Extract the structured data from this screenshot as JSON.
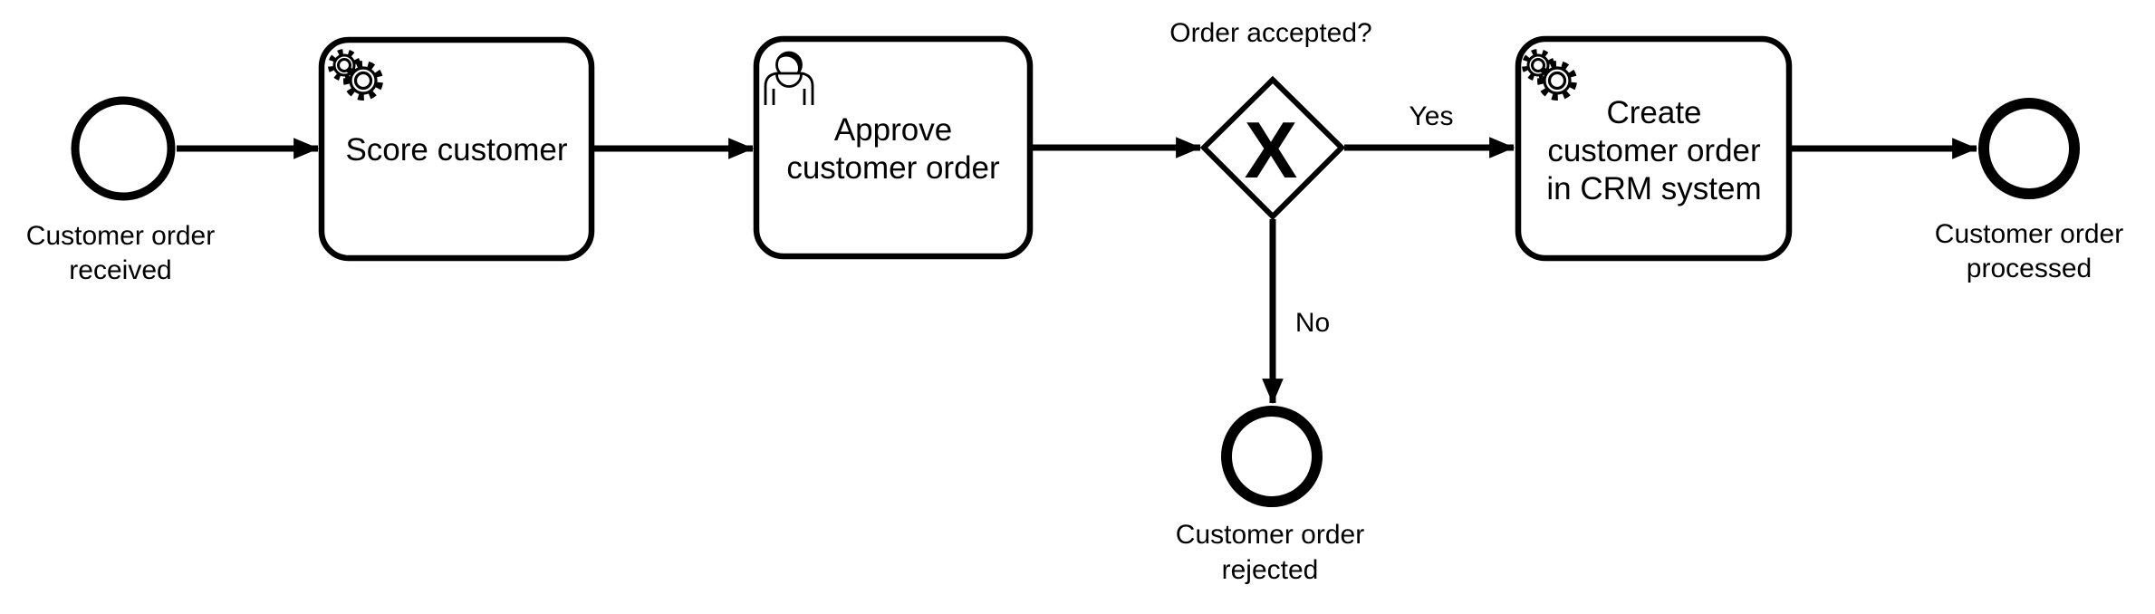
{
  "diagram": {
    "type": "bpmn-process",
    "canvas_background": "#ffffff",
    "shape_stroke_color": "#000000",
    "shape_fill_color": "#ffffff",
    "nodes": {
      "start_event": {
        "type": "start-event",
        "label_lines": [
          "Customer order",
          "received"
        ]
      },
      "score_customer_task": {
        "type": "service-task",
        "icon": "service-gears-icon",
        "label_lines": [
          "Score customer"
        ]
      },
      "approve_order_task": {
        "type": "user-task",
        "icon": "user-icon",
        "label_lines": [
          "Approve",
          "customer order"
        ]
      },
      "order_accepted_gateway": {
        "type": "exclusive-gateway",
        "marker": "X",
        "label_lines": [
          "Order accepted?"
        ]
      },
      "create_crm_order_task": {
        "type": "service-task",
        "icon": "service-gears-icon",
        "label_lines": [
          "Create",
          "customer order",
          "in CRM system"
        ]
      },
      "order_processed_end_event": {
        "type": "end-event",
        "label_lines": [
          "Customer order",
          "processed"
        ]
      },
      "order_rejected_end_event": {
        "type": "end-event",
        "label_lines": [
          "Customer order",
          "rejected"
        ]
      }
    },
    "edges": {
      "flow_start_to_score": {
        "label": ""
      },
      "flow_score_to_approve": {
        "label": ""
      },
      "flow_approve_to_gateway": {
        "label": ""
      },
      "flow_yes": {
        "label": "Yes"
      },
      "flow_create_to_processed": {
        "label": ""
      },
      "flow_no": {
        "label": "No"
      }
    }
  }
}
